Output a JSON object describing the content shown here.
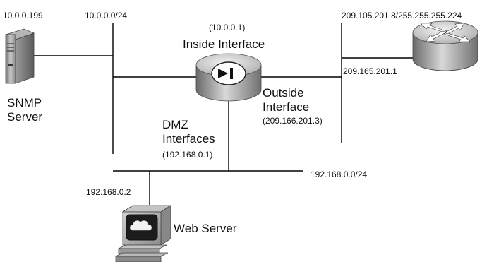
{
  "labels": {
    "snmp_ip": "10.0.0.199",
    "inside_subnet": "10.0.0.0/24",
    "firewall_inside_ip": "(10.0.0.1)",
    "inside_interface": "Inside Interface",
    "router_network": "209.105.201.8/255.255.255.224",
    "router_ip": "209.165.201.1",
    "outside_interface_line1": "Outside",
    "outside_interface_line2": "Interface",
    "outside_ip": "(209.166.201.3)",
    "snmp_line1": "SNMP",
    "snmp_line2": "Server",
    "dmz_line1": "DMZ",
    "dmz_line2": "Interfaces",
    "dmz_ip": "(192.168.0.1)",
    "dmz_subnet": "192.168.0.0/24",
    "web_ip": "192.168.0.2",
    "web_server": "Web Server"
  },
  "icons": {
    "snmp_server": "server-tower-icon",
    "firewall": "pix-firewall-icon",
    "router": "router-icon",
    "web_server": "workstation-icon"
  }
}
